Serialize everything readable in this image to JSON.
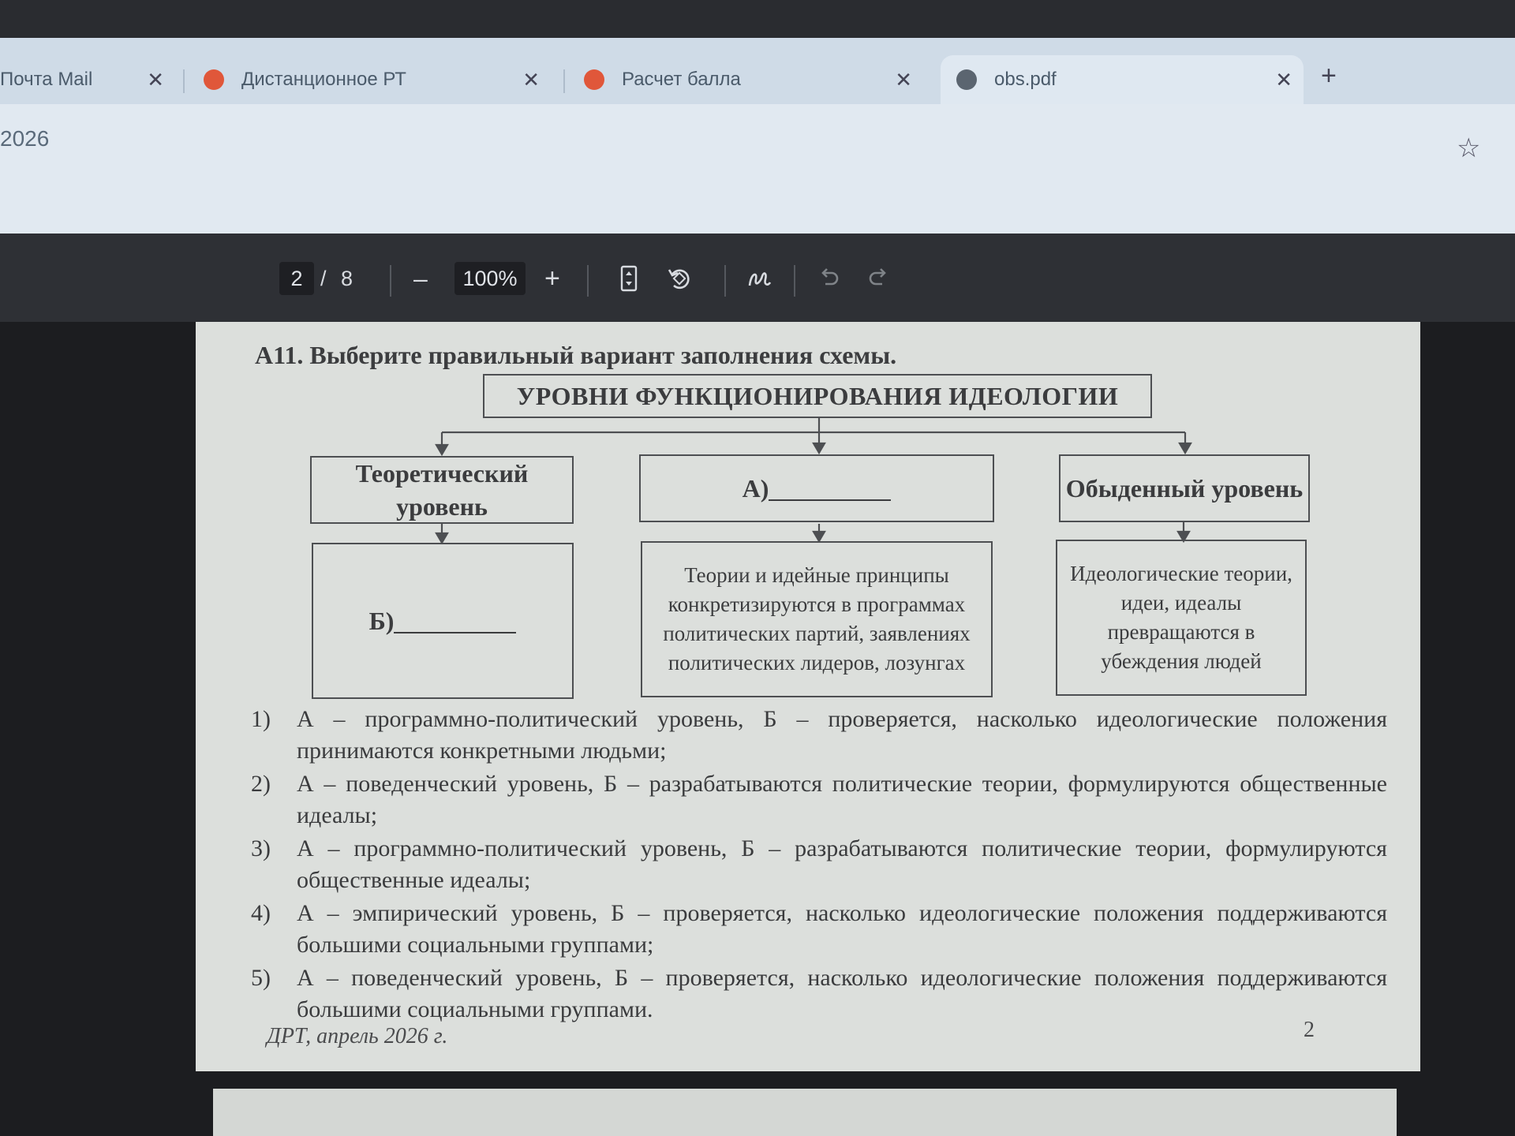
{
  "browser": {
    "tabs": [
      {
        "label": "Почта Mail",
        "active": false
      },
      {
        "label": "Дистанционное РТ",
        "active": false
      },
      {
        "label": "Расчет балла",
        "active": false
      },
      {
        "label": "obs.pdf",
        "active": true
      }
    ],
    "close_glyph": "✕",
    "new_tab_glyph": "+",
    "address_fragment": "2026",
    "bookmark_icon": "star-icon",
    "favicon_colors": {
      "app": "#e0573a",
      "globe": "#5b6570"
    }
  },
  "pdf_toolbar": {
    "current_page": "2",
    "page_separator": "/",
    "total_pages": "8",
    "zoom_out": "–",
    "zoom": "100%",
    "zoom_in": "+",
    "icons": [
      "fit-page-icon",
      "rotate-icon",
      "draw-icon",
      "undo-icon",
      "redo-icon"
    ]
  },
  "document": {
    "question": "А11. Выберите правильный вариант заполнения схемы.",
    "diagram": {
      "title": "УРОВНИ ФУНКЦИОНИРОВАНИЯ ИДЕОЛОГИИ",
      "level_left": "Теоретический уровень",
      "level_middle": "А)",
      "level_right": "Обыденный уровень",
      "desc_left": "Б)",
      "desc_middle": "Теории и идейные принципы конкретизируются в программах политических партий, заявлениях политических лидеров, лозунгах",
      "desc_right": "Идеологические теории, идеи, идеалы превращаются в убеждения людей"
    },
    "options": [
      {
        "num": "1)",
        "text": "А – программно-политический уровень, Б – проверяется, насколько идеологические положения принимаются конкретными людьми;"
      },
      {
        "num": "2)",
        "text": "А – поведенческий уровень, Б – разрабатываются политические теории, формулируются общественные идеалы;"
      },
      {
        "num": "3)",
        "text": "А – программно-политический уровень, Б – разрабатываются политические теории, формулируются общественные идеалы;"
      },
      {
        "num": "4)",
        "text": "А – эмпирический уровень, Б – проверяется, насколько идеологические положения поддерживаются большими социальными группами;"
      },
      {
        "num": "5)",
        "text": "А – поведенческий уровень, Б – проверяется, насколько идеологические положения поддерживаются большими социальными группами."
      }
    ],
    "footer": "ДРТ, апрель 2026 г.",
    "page_number": "2"
  }
}
